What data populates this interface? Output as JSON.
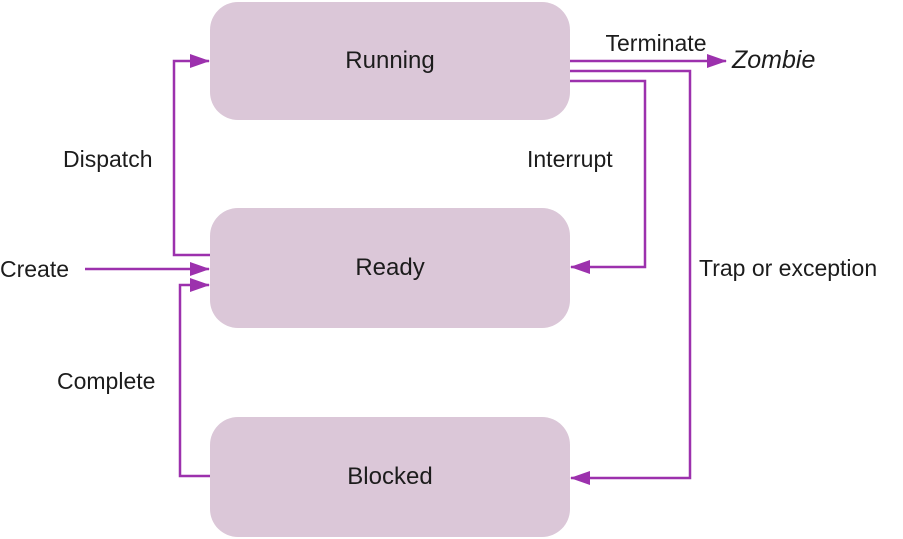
{
  "diagram": {
    "type": "process-state-diagram",
    "colors": {
      "box_fill": "#dbc7d8",
      "line_color": "#9c31ad",
      "text_color": "#1c1c1c"
    },
    "states": [
      {
        "label": "Running"
      },
      {
        "label": "Ready"
      },
      {
        "label": "Blocked"
      },
      {
        "label": "Zombie"
      }
    ],
    "transitions": [
      {
        "label": "Terminate",
        "from": "Running",
        "to": "Zombie"
      },
      {
        "label": "Trap or exception",
        "from": "Running",
        "to": "Blocked"
      },
      {
        "label": "Interrupt",
        "from": "Running",
        "to": "Ready"
      },
      {
        "label": "Dispatch",
        "from": "Ready",
        "to": "Running"
      },
      {
        "label": "Create",
        "to": "Ready"
      },
      {
        "label": "Complete",
        "from": "Blocked",
        "to": "Ready"
      }
    ]
  }
}
